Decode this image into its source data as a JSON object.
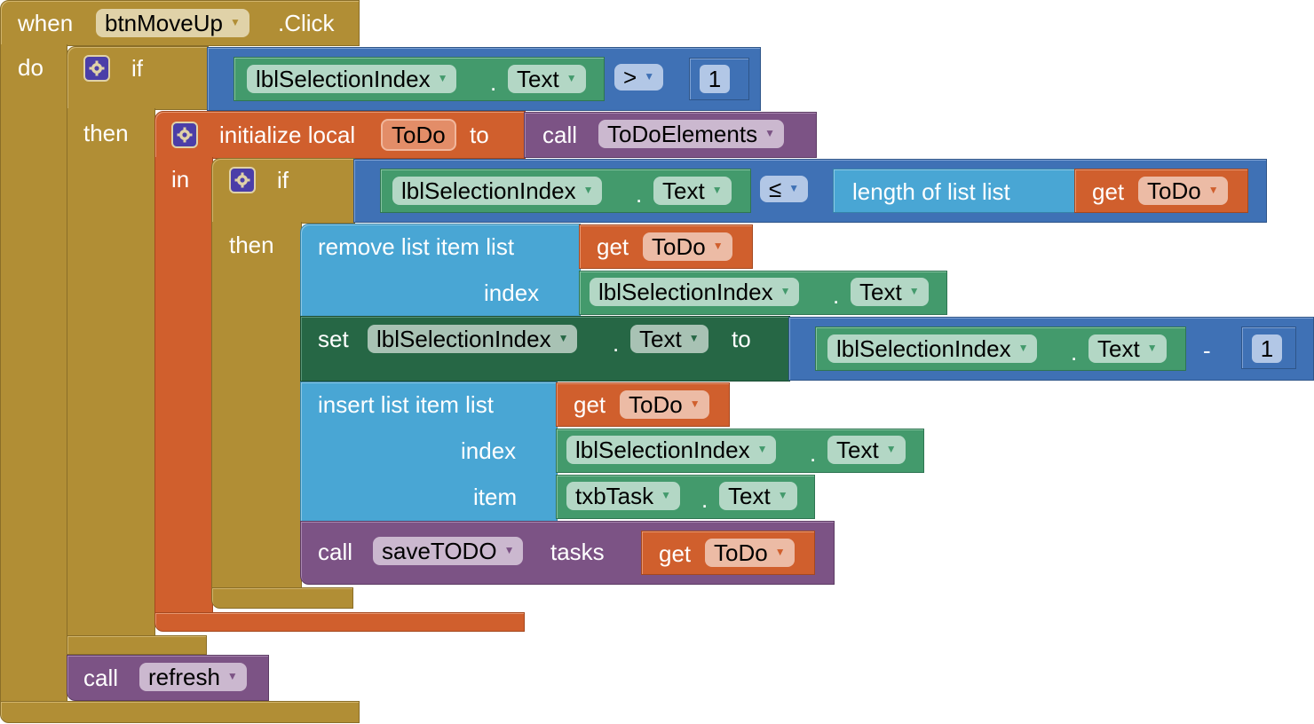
{
  "event": {
    "when_label": "when",
    "component": "btnMoveUp",
    "event_name": ".Click",
    "do_label": "do"
  },
  "if1": {
    "if_label": "if",
    "then_label": "then",
    "cond": {
      "component": "lblSelectionIndex",
      "property": "Text",
      "dot": ".",
      "op": ">",
      "value": "1"
    }
  },
  "init_local": {
    "label": "initialize local",
    "var_name": "ToDo",
    "to_label": "to",
    "in_label": "in",
    "call_label": "call",
    "procedure": "ToDoElements"
  },
  "if2": {
    "if_label": "if",
    "then_label": "then",
    "cond": {
      "component": "lblSelectionIndex",
      "property": "Text",
      "dot": ".",
      "op": "≤",
      "length_label": "length of list  list",
      "get_label": "get",
      "var": "ToDo"
    }
  },
  "remove": {
    "label": "remove list item  list",
    "get_label": "get",
    "var": "ToDo",
    "index_label": "index",
    "index_component": "lblSelectionIndex",
    "index_property": "Text",
    "dot": "."
  },
  "set": {
    "label": "set",
    "component": "lblSelectionIndex",
    "property": "Text",
    "dot": ".",
    "to_label": "to",
    "expr": {
      "component": "lblSelectionIndex",
      "property": "Text",
      "dot": ".",
      "op": "-",
      "value": "1"
    }
  },
  "insert": {
    "label": "insert list item  list",
    "get_label": "get",
    "var": "ToDo",
    "index_label": "index",
    "index_component": "lblSelectionIndex",
    "index_property": "Text",
    "dot": ".",
    "item_label": "item",
    "item_component": "txbTask",
    "item_property": "Text",
    "item_dot": "."
  },
  "save_call": {
    "call_label": "call",
    "procedure": "saveTODO",
    "arg_label": "tasks",
    "get_label": "get",
    "var": "ToDo"
  },
  "refresh_call": {
    "call_label": "call",
    "procedure": "refresh"
  },
  "icons": {
    "mutator": "gear-icon",
    "dropdown": "▼"
  },
  "colors": {
    "control": "#b18e35",
    "logic": "#3f71b5",
    "component": "#439a6c",
    "component_setter": "#266745",
    "variable": "#d05f2d",
    "list": "#49a6d4",
    "procedure": "#7c5385"
  }
}
